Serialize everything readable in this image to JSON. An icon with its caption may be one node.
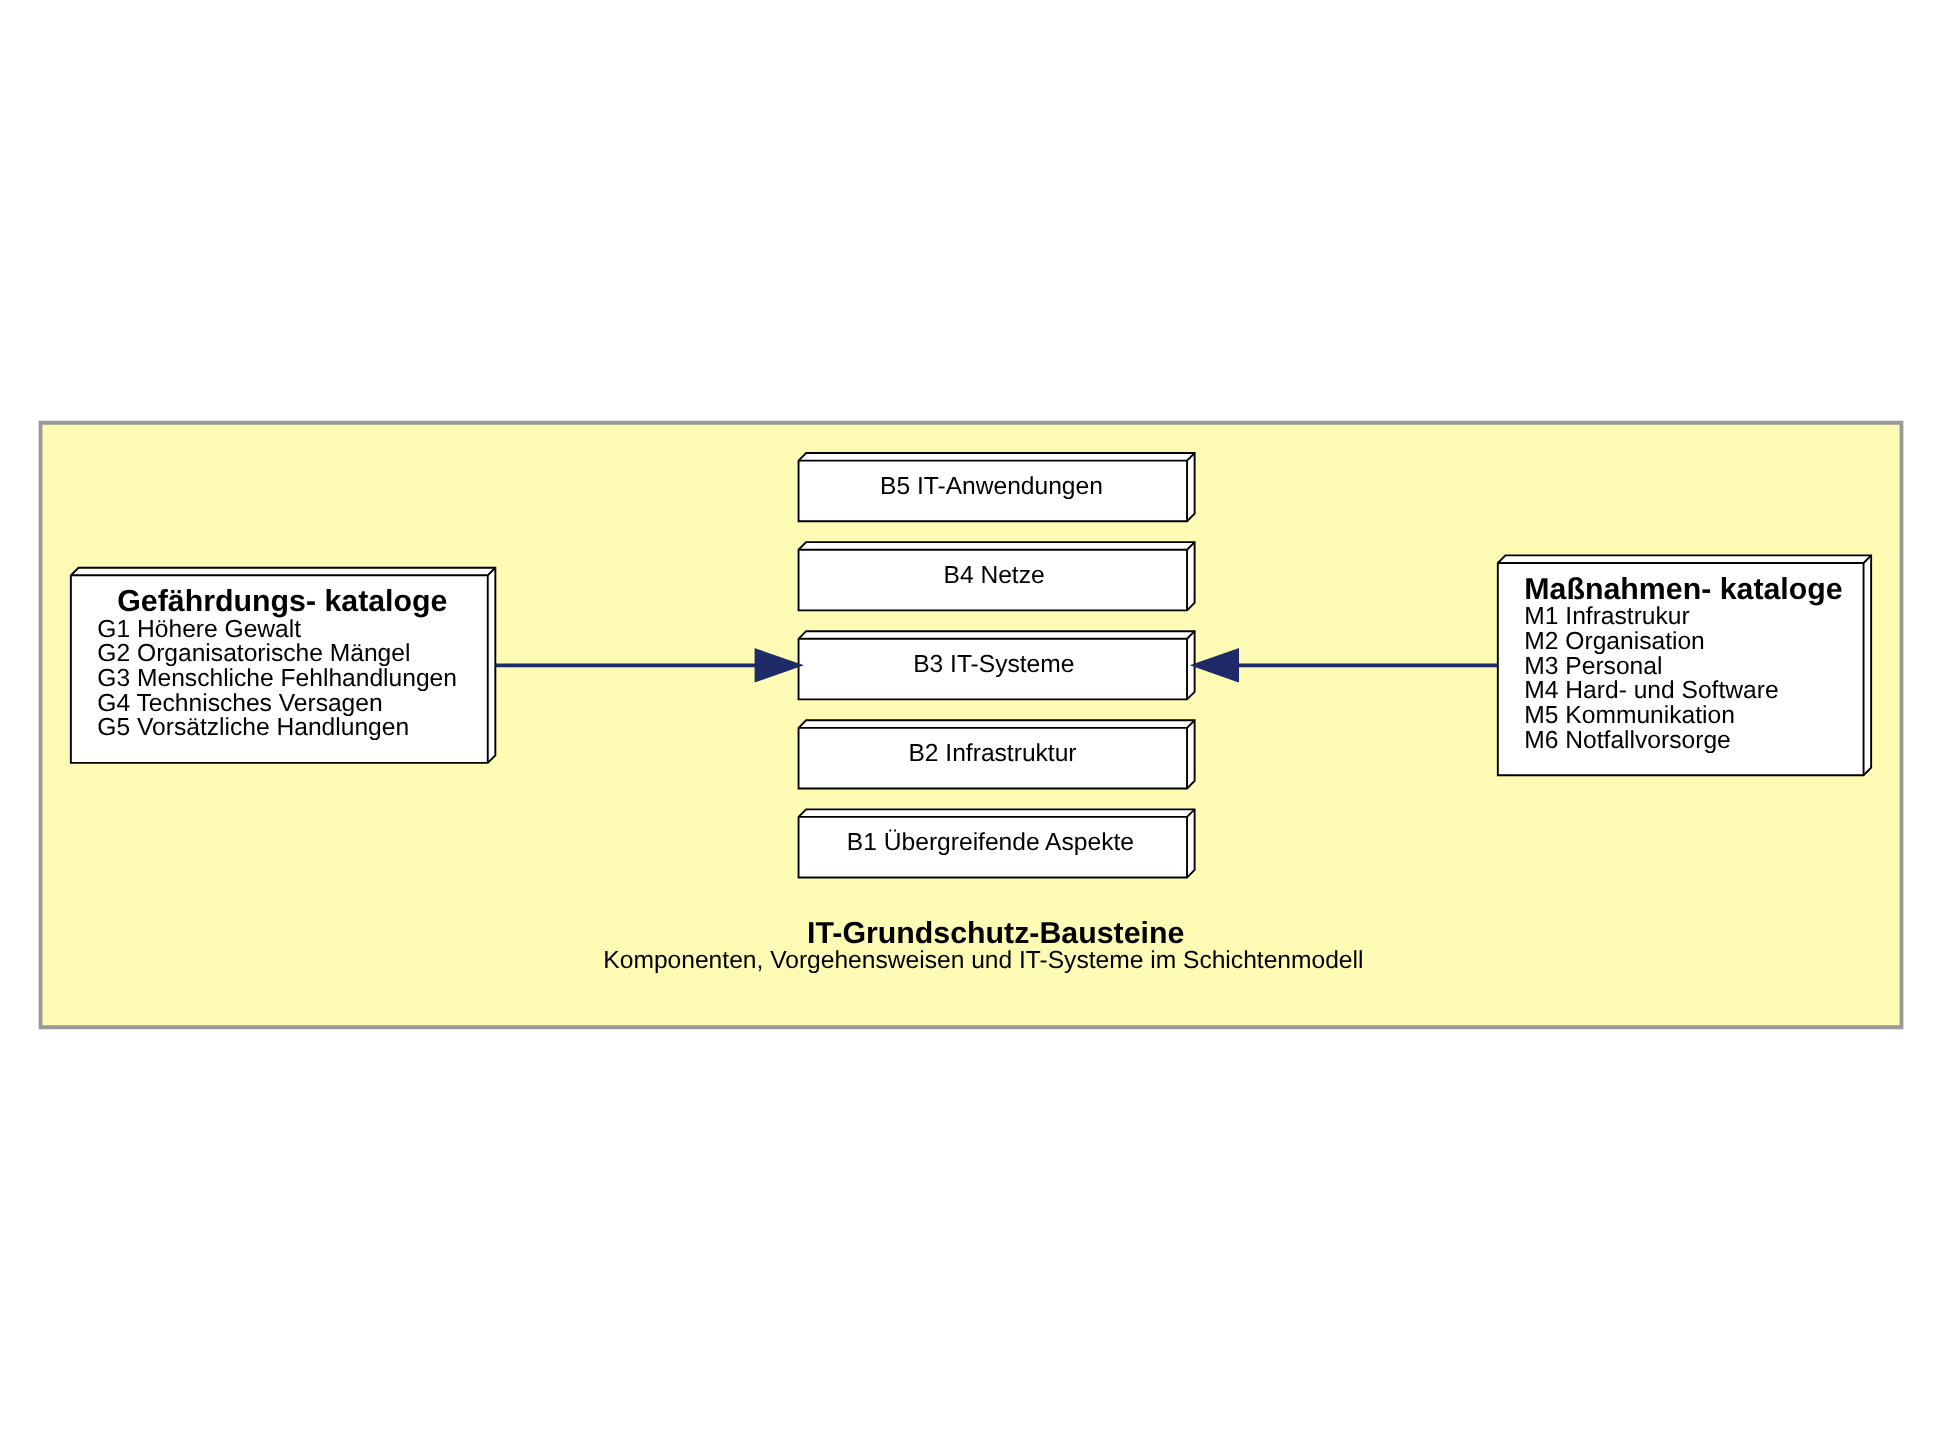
{
  "diagram": {
    "nodes": [
      {
        "text": [],
        "shape": "box"
      },
      {
        "text": [
          "Gefährdungs- kataloge",
          "G1 Höhere Gewalt",
          "G2 Organisatorische Mängel",
          "G3 Menschliche Fehlhandlungen",
          "G4 Technisches Versagen",
          "G5 Vorsätzliche Handlungen"
        ],
        "in": 0
      },
      {
        "text": [
          "IT-Grundschutz-Bausteine",
          "Komponenten, Vorgehensweisen und IT-Systeme im Schichtenmodell"
        ],
        "in": 0
      },
      {
        "text": [
          "B1 Übergreifende Aspekte"
        ],
        "in": 0
      },
      {
        "text": [
          "B2 Infrastruktur"
        ],
        "in": 0
      },
      {
        "text": [
          "B3 IT-Systeme"
        ],
        "in": 0
      },
      {
        "text": [
          "B4 Netze"
        ],
        "in": 0
      },
      {
        "text": [
          "B5 IT-Anwendungen"
        ],
        "in": 0
      },
      {
        "text": [
          "Maßnahmen- kataloge",
          "M1 Infrastrukur",
          "M2 Organisation",
          "M3 Personal",
          "M4 Hard- und Software",
          "M5 Kommunikation",
          "M6 Notfallvorsorge"
        ],
        "in": 0
      }
    ],
    "edges": [
      {
        "from": 1,
        "to": 5,
        "arrow": "to"
      },
      {
        "from": 8,
        "to": 5,
        "arrow": "to"
      }
    ]
  }
}
